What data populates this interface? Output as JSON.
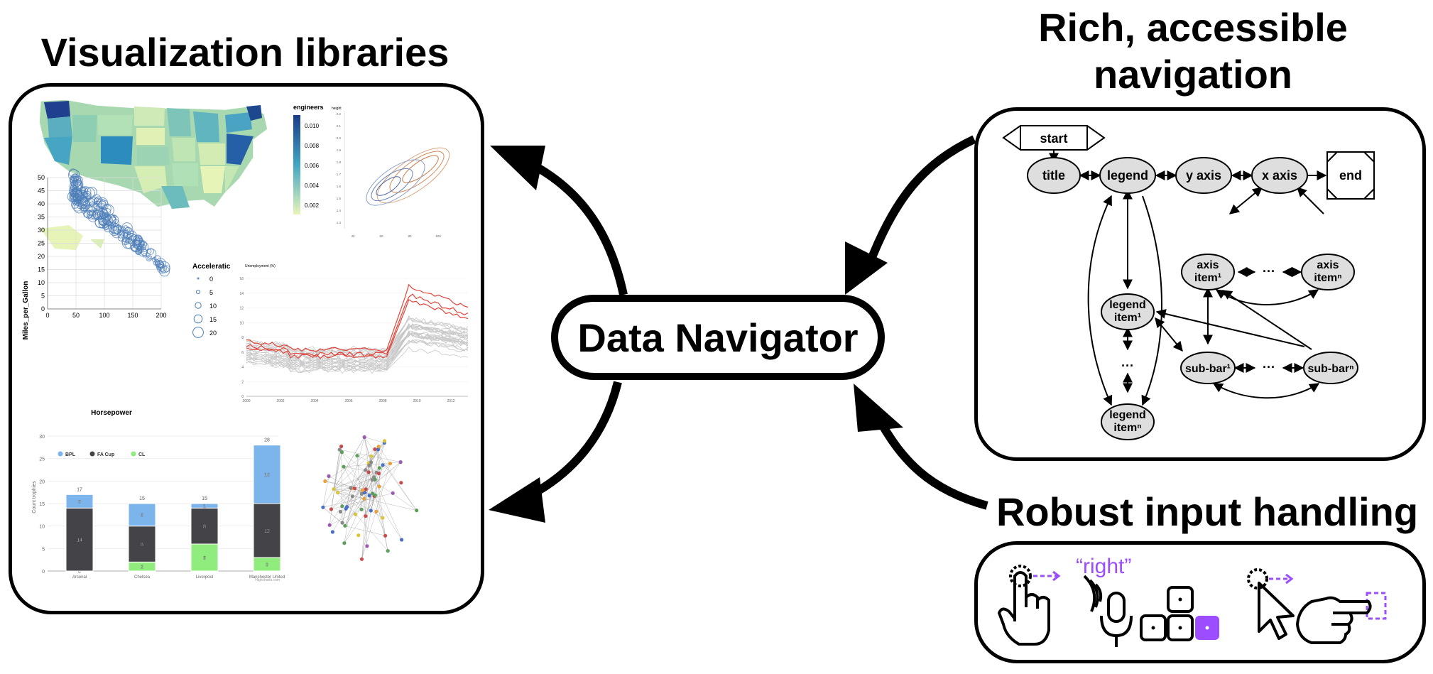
{
  "headings": {
    "visualization_libraries": "Visualization libraries",
    "rich_navigation_line1": "Rich, accessible",
    "rich_navigation_line2": "navigation",
    "robust_input": "Robust input handling",
    "center": "Data Navigator"
  },
  "colors": {
    "accent_purple": "#9b4dff",
    "node_fill": "#dedede",
    "arrow": "#000000"
  },
  "nav_graph": {
    "start": "start",
    "end": "end",
    "title": "title",
    "legend": "legend",
    "y_axis": "y axis",
    "x_axis": "x axis",
    "axis_item_1": "axis",
    "axis_item_1_b": "item¹",
    "axis_item_n": "axis",
    "axis_item_n_b": "itemⁿ",
    "legend_item_1": "legend",
    "legend_item_1_b": "item¹",
    "legend_item_n": "legend",
    "legend_item_n_b": "itemⁿ",
    "sub_bar_1": "sub-bar¹",
    "sub_bar_n": "sub-barⁿ",
    "ellipsis": "···",
    "ellipsis_v": "···"
  },
  "input_icons": {
    "voice_command": "“right”",
    "icons": [
      "touch-swipe-icon",
      "voice-icon",
      "keyboard-keys-icon",
      "mouse-pointer-icon",
      "pointing-hand-icon"
    ]
  },
  "thumbnails": {
    "map_legend_title": "engineers",
    "map_legend_ticks": [
      "0.010",
      "0.008",
      "0.006",
      "0.004",
      "0.002"
    ],
    "scatter_ylabel": "Miles_per_Gallon",
    "scatter_xlabel": "Horsepower",
    "scatter_yticks": [
      "50",
      "45",
      "40",
      "35",
      "30",
      "25",
      "20",
      "15",
      "10",
      "5",
      "0"
    ],
    "scatter_xticks": [
      "0",
      "50",
      "100",
      "150",
      "200"
    ],
    "scatter_legend_title": "Acceleratic",
    "scatter_legend_items": [
      "0",
      "5",
      "10",
      "15",
      "20"
    ],
    "line_title": "Unemployment (%)",
    "line_xticks": [
      "2000",
      "2002",
      "2004",
      "2006",
      "2008",
      "2010",
      "2012"
    ],
    "line_yticks": [
      "16",
      "14",
      "12",
      "10",
      "8",
      "6",
      "4",
      "2",
      "0"
    ],
    "bar_legend": [
      "BPL",
      "FA Cup",
      "CL"
    ],
    "bar_categories": [
      "Arsenal",
      "Chelsea",
      "Liverpool",
      "Manchester United"
    ],
    "bar_totals": [
      "17",
      "15",
      "15",
      "28"
    ],
    "bar_segments": [
      {
        "bpl": "3",
        "fa": "14",
        "cl": "0"
      },
      {
        "bpl": "5",
        "fa": "8",
        "cl": "2"
      },
      {
        "bpl": "1",
        "fa": "8",
        "cl": "6"
      },
      {
        "bpl": "13",
        "fa": "12",
        "cl": "3"
      }
    ],
    "bar_yticks": [
      "30",
      "25",
      "20",
      "15",
      "10",
      "5",
      "0"
    ],
    "bar_ylabel": "Count trophies",
    "bar_credit": "Highcharts.com",
    "contour_ylabel": "height",
    "contour_yticks": [
      "2.2",
      "2.1",
      "2.0",
      "1.9",
      "1.8",
      "1.7",
      "1.6",
      "1.5",
      "1.4",
      "1.3"
    ],
    "contour_xticks": [
      "40",
      "60",
      "80",
      "100"
    ]
  }
}
